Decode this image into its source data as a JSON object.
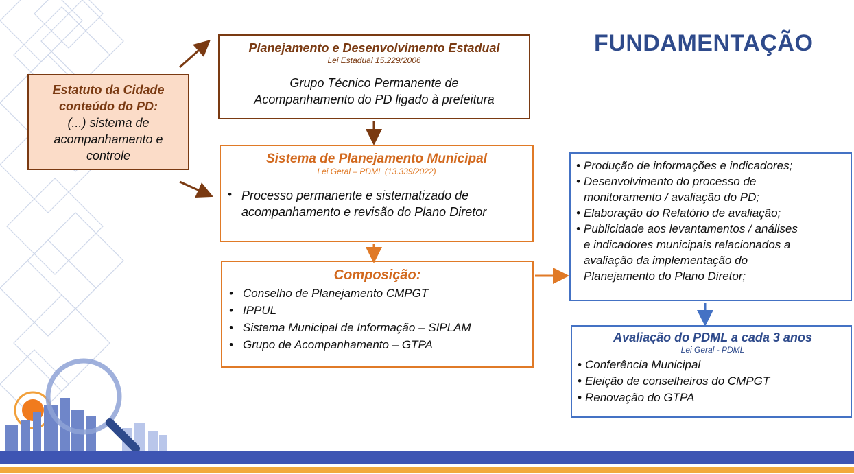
{
  "title": "FUNDAMENTAÇÃO",
  "colors": {
    "brown": "#7a3a12",
    "orange": "#e07a27",
    "blue": "#4472c4",
    "title": "#2e4a8b",
    "peach": "#fbdcc8"
  },
  "estatuto": {
    "heading_1": "Estatuto da Cidade",
    "heading_2": "conteúdo do PD:",
    "body_1": "(...) sistema de",
    "body_2": "acompanhamento e",
    "body_3": "controle"
  },
  "estadual": {
    "title": "Planejamento e Desenvolvimento Estadual",
    "law": "Lei Estadual 15.229/2006",
    "body_1": "Grupo Técnico Permanente de",
    "body_2": "Acompanhamento do PD ligado à prefeitura"
  },
  "municipal": {
    "title": "Sistema de Planejamento Municipal",
    "law": "Lei Geral – PDML (13.339/2022)",
    "bullet_1": "Processo permanente e sistematizado de",
    "bullet_2": "acompanhamento e revisão do Plano Diretor"
  },
  "composicao": {
    "title": "Composição:",
    "items": [
      "Conselho de Planejamento CMPGT",
      "IPPUL",
      "Sistema Municipal de Informação – SIPLAM",
      "Grupo de Acompanhamento – GTPA"
    ]
  },
  "atividades": {
    "items": [
      [
        "Produção de informações e indicadores;"
      ],
      [
        "Desenvolvimento do processo de",
        "monitoramento / avaliação do PD;"
      ],
      [
        "Elaboração do Relatório de avaliação;"
      ],
      [
        "Publicidade aos levantamentos / análises",
        "e indicadores municipais relacionados a",
        "avaliação da implementação do",
        "Planejamento do Plano Diretor;"
      ]
    ]
  },
  "avaliacao": {
    "title": "Avaliação do PDML a cada 3 anos",
    "law": "Lei Geral - PDML",
    "items": [
      "Conferência Municipal",
      "Eleição de conselheiros do CMPGT",
      "Renovação do GTPA"
    ]
  }
}
